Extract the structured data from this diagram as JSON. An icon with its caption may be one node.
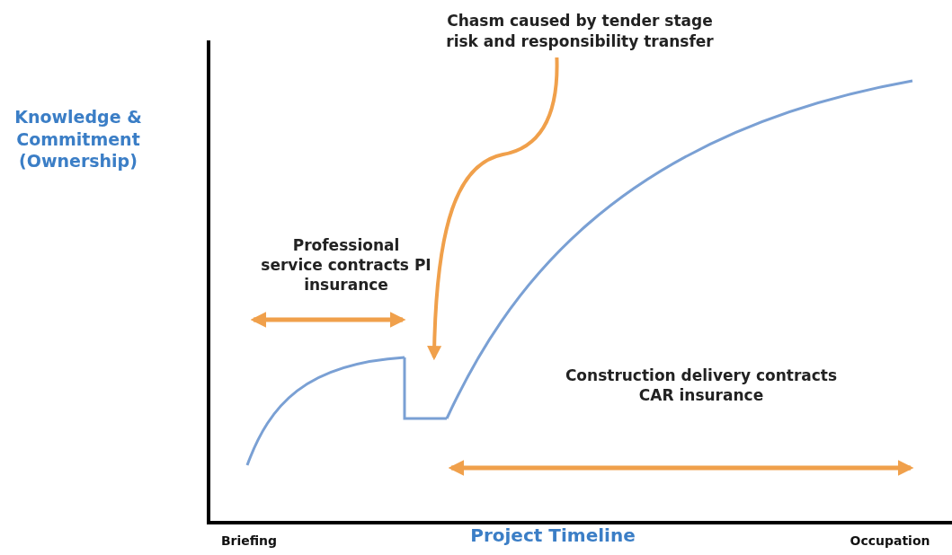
{
  "diagram": {
    "nodes": [
      {
        "text": [
          "Chasm caused by tender stage risk and responsibility transfer"
        ]
      },
      {
        "text": [],
        "shape": "line"
      }
    ],
    "edges": [
      {
        "from": 0,
        "to": 1,
        "arrow": "to",
        "color": "#f0a04b"
      }
    ],
    "labels": [
      "Knowledge & Commitment (Ownership)",
      "Professional service contracts PI insurance",
      "Construction delivery contracts CAR insurance",
      "Briefing",
      "Project Timeline",
      "Occupation"
    ]
  }
}
